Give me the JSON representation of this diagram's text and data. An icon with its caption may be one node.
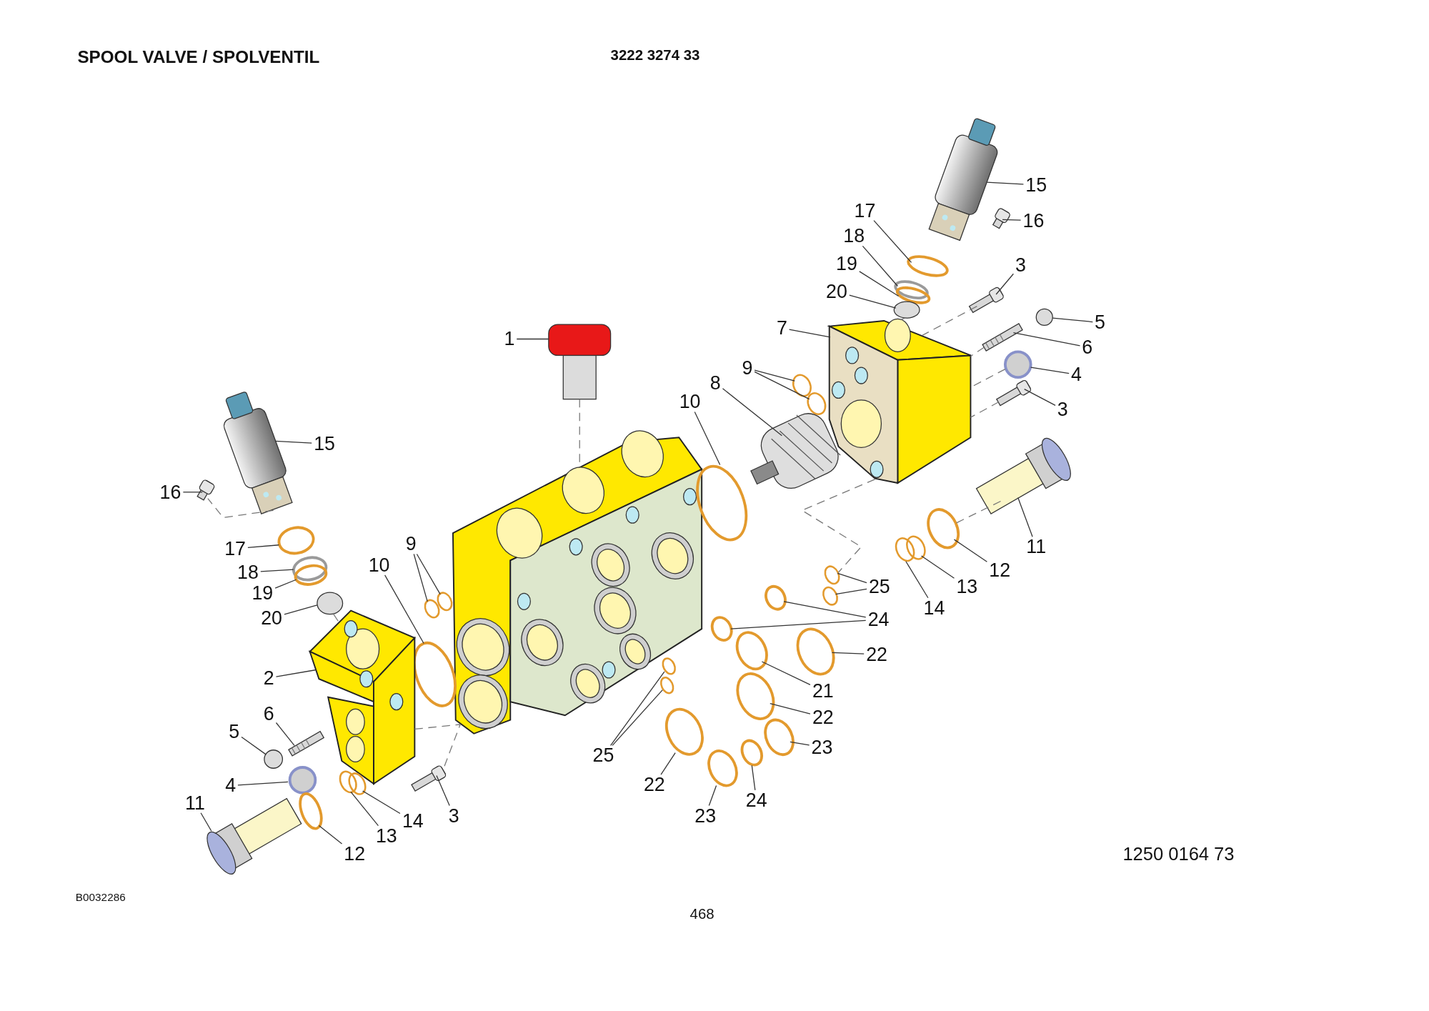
{
  "diagram": {
    "title": "SPOOL VALVE / SPOLVENTIL",
    "nodes": [
      {
        "text": [
          "15"
        ]
      },
      {
        "text": [
          "16"
        ]
      },
      {
        "text": [
          "17"
        ]
      },
      {
        "text": [
          "18"
        ]
      },
      {
        "text": [
          "19"
        ]
      },
      {
        "text": [
          "20"
        ]
      },
      {
        "text": [
          "3"
        ]
      },
      {
        "text": [
          "7"
        ]
      },
      {
        "text": [
          "5"
        ]
      },
      {
        "text": [
          "6"
        ]
      },
      {
        "text": [
          "1"
        ]
      },
      {
        "text": [
          "4"
        ]
      },
      {
        "text": [
          "9"
        ]
      },
      {
        "text": [
          "8"
        ]
      },
      {
        "text": [
          "10"
        ]
      },
      {
        "text": [
          "3"
        ]
      },
      {
        "text": [
          "15"
        ]
      },
      {
        "text": [
          "16"
        ]
      },
      {
        "text": [
          "17"
        ]
      },
      {
        "text": [
          "9"
        ]
      },
      {
        "text": [
          "18"
        ]
      },
      {
        "text": [
          "10"
        ]
      },
      {
        "text": [
          "19"
        ]
      },
      {
        "text": [
          "25"
        ]
      },
      {
        "text": [
          "12"
        ]
      },
      {
        "text": [
          "11"
        ]
      },
      {
        "text": [
          "13"
        ]
      },
      {
        "text": [
          "14"
        ]
      },
      {
        "text": [
          "20"
        ]
      },
      {
        "text": [
          "24"
        ]
      },
      {
        "text": [
          "22"
        ]
      },
      {
        "text": [
          "2"
        ]
      },
      {
        "text": [
          "21"
        ]
      },
      {
        "text": [
          "6"
        ]
      },
      {
        "text": [
          "22"
        ]
      },
      {
        "text": [
          "5"
        ]
      },
      {
        "text": [
          "23"
        ]
      },
      {
        "text": [
          "25"
        ]
      },
      {
        "text": [
          "22"
        ]
      },
      {
        "text": [
          "4"
        ]
      },
      {
        "text": [
          "24"
        ]
      },
      {
        "text": [
          "11"
        ]
      },
      {
        "text": [
          "23"
        ]
      },
      {
        "text": [
          "14"
        ]
      },
      {
        "text": [
          "13"
        ]
      },
      {
        "text": [
          "3"
        ]
      },
      {
        "text": [
          "12"
        ]
      },
      {
        "text": [],
        "shape": "picture"
      },
      {
        "text": [],
        "shape": "box"
      },
      {
        "text": [],
        "shape": "circle"
      },
      {
        "text": [],
        "shape": "circle"
      },
      {
        "text": [],
        "shape": "circle"
      },
      {
        "text": [],
        "shape": "circle"
      },
      {
        "text": [],
        "shape": "box"
      },
      {
        "text": [],
        "shape": "picture"
      },
      {
        "text": [],
        "shape": "circle"
      },
      {
        "text": [],
        "shape": "box"
      },
      {
        "text": [],
        "shape": "picture"
      },
      {
        "text": [],
        "shape": "circle"
      },
      {
        "text": [],
        "shape": "circle"
      },
      {
        "text": [],
        "shape": "circle"
      },
      {
        "text": [],
        "shape": "picture"
      },
      {
        "text": [],
        "shape": "circle"
      },
      {
        "text": [],
        "shape": "box"
      },
      {
        "text": [],
        "shape": "picture"
      },
      {
        "text": [],
        "shape": "box"
      },
      {
        "text": [],
        "shape": "circle"
      },
      {
        "text": [],
        "shape": "circle"
      },
      {
        "text": [],
        "shape": "circle"
      },
      {
        "text": [],
        "shape": "circle"
      },
      {
        "text": [],
        "shape": "circle"
      },
      {
        "text": [],
        "shape": "circle"
      },
      {
        "text": [],
        "shape": "circle"
      },
      {
        "text": [],
        "shape": "circle"
      },
      {
        "text": [],
        "shape": "circle"
      },
      {
        "text": [],
        "shape": "cylinder"
      },
      {
        "text": [],
        "shape": "circle"
      },
      {
        "text": [],
        "shape": "circle"
      },
      {
        "text": [],
        "shape": "circle"
      },
      {
        "text": [],
        "shape": "circle"
      },
      {
        "text": [],
        "shape": "circle"
      },
      {
        "text": [],
        "shape": "circle"
      },
      {
        "text": [],
        "shape": "picture"
      },
      {
        "text": [],
        "shape": "circle"
      },
      {
        "text": [],
        "shape": "box"
      },
      {
        "text": [],
        "shape": "circle"
      },
      {
        "text": [],
        "shape": "circle"
      },
      {
        "text": [],
        "shape": "circle"
      },
      {
        "text": [],
        "shape": "circle"
      },
      {
        "text": [],
        "shape": "circle"
      },
      {
        "text": [],
        "shape": "circle"
      },
      {
        "text": [],
        "shape": "circle"
      },
      {
        "text": [],
        "shape": "circle"
      },
      {
        "text": [],
        "shape": "cylinder"
      },
      {
        "text": [],
        "shape": "circle"
      },
      {
        "text": [],
        "shape": "circle"
      },
      {
        "text": [],
        "shape": "circle"
      },
      {
        "text": [],
        "shape": "box"
      },
      {
        "text": [],
        "shape": "circle"
      },
      {
        "text": [],
        "shape": "picture"
      }
    ],
    "edges": [
      {
        "from": 0,
        "to": 47,
        "arrow": "none"
      },
      {
        "from": 1,
        "to": 48,
        "arrow": "none"
      },
      {
        "from": 2,
        "to": 49,
        "arrow": "none"
      },
      {
        "from": 3,
        "to": 50,
        "arrow": "none"
      },
      {
        "from": 4,
        "to": 51,
        "arrow": "none"
      },
      {
        "from": 5,
        "to": 52,
        "arrow": "none"
      },
      {
        "from": 6,
        "to": 53,
        "arrow": "none"
      },
      {
        "from": 7,
        "to": 54,
        "arrow": "none"
      },
      {
        "from": 8,
        "to": 55,
        "arrow": "none"
      },
      {
        "from": 9,
        "to": 56,
        "arrow": "none"
      },
      {
        "from": 10,
        "to": 57,
        "arrow": "none"
      },
      {
        "from": 11,
        "to": 58,
        "arrow": "none"
      },
      {
        "from": 12,
        "to": 59,
        "arrow": "none"
      },
      {
        "from": 12,
        "to": 60,
        "arrow": "none"
      },
      {
        "from": 13,
        "to": 61,
        "arrow": "none"
      },
      {
        "from": 14,
        "to": 62,
        "arrow": "none"
      },
      {
        "from": 15,
        "to": 63,
        "arrow": "none"
      },
      {
        "from": 16,
        "to": 64,
        "arrow": "none"
      },
      {
        "from": 17,
        "to": 65,
        "arrow": "none"
      },
      {
        "from": 18,
        "to": 66,
        "arrow": "none"
      },
      {
        "from": 19,
        "to": 67,
        "arrow": "none"
      },
      {
        "from": 19,
        "to": 68,
        "arrow": "none"
      },
      {
        "from": 20,
        "to": 69,
        "arrow": "none"
      },
      {
        "from": 21,
        "to": 70,
        "arrow": "none"
      },
      {
        "from": 22,
        "to": 71,
        "arrow": "none"
      },
      {
        "from": 23,
        "to": 72,
        "arrow": "none"
      },
      {
        "from": 23,
        "to": 73,
        "arrow": "none"
      },
      {
        "from": 24,
        "to": 74,
        "arrow": "none"
      },
      {
        "from": 25,
        "to": 75,
        "arrow": "none"
      },
      {
        "from": 26,
        "to": 76,
        "arrow": "none"
      },
      {
        "from": 27,
        "to": 77,
        "arrow": "none"
      },
      {
        "from": 28,
        "to": 78,
        "arrow": "none"
      },
      {
        "from": 29,
        "to": 79,
        "arrow": "none"
      },
      {
        "from": 29,
        "to": 80,
        "arrow": "none"
      },
      {
        "from": 30,
        "to": 81,
        "arrow": "none"
      },
      {
        "from": 31,
        "to": 82,
        "arrow": "none"
      },
      {
        "from": 32,
        "to": 83,
        "arrow": "none"
      },
      {
        "from": 33,
        "to": 84,
        "arrow": "none"
      },
      {
        "from": 34,
        "to": 85,
        "arrow": "none"
      },
      {
        "from": 35,
        "to": 86,
        "arrow": "none"
      },
      {
        "from": 36,
        "to": 87,
        "arrow": "none"
      },
      {
        "from": 37,
        "to": 88,
        "arrow": "none"
      },
      {
        "from": 37,
        "to": 89,
        "arrow": "none"
      },
      {
        "from": 38,
        "to": 90,
        "arrow": "none"
      },
      {
        "from": 39,
        "to": 91,
        "arrow": "none"
      },
      {
        "from": 40,
        "to": 92,
        "arrow": "none"
      },
      {
        "from": 41,
        "to": 93,
        "arrow": "none"
      },
      {
        "from": 42,
        "to": 94,
        "arrow": "none"
      },
      {
        "from": 43,
        "to": 95,
        "arrow": "none"
      },
      {
        "from": 44,
        "to": 96,
        "arrow": "none"
      },
      {
        "from": 45,
        "to": 97,
        "arrow": "none"
      },
      {
        "from": 46,
        "to": 98,
        "arrow": "none"
      },
      {
        "from": 57,
        "to": 99,
        "arrow": "none",
        "style": "dashed"
      },
      {
        "from": 53,
        "to": 54,
        "arrow": "none",
        "style": "dashed"
      },
      {
        "from": 56,
        "to": 54,
        "arrow": "none",
        "style": "dashed"
      },
      {
        "from": 58,
        "to": 54,
        "arrow": "none",
        "style": "dashed"
      },
      {
        "from": 63,
        "to": 54,
        "arrow": "none",
        "style": "dashed"
      },
      {
        "from": 52,
        "to": 54,
        "arrow": "none",
        "style": "dashed"
      },
      {
        "from": 54,
        "to": 72,
        "arrow": "none",
        "style": "dashed"
      },
      {
        "from": 75,
        "to": 74,
        "arrow": "none",
        "style": "dashed"
      },
      {
        "from": 64,
        "to": 65,
        "arrow": "none",
        "style": "dashed"
      },
      {
        "from": 78,
        "to": 82,
        "arrow": "none",
        "style": "dashed"
      },
      {
        "from": 82,
        "to": 97,
        "arrow": "none",
        "style": "dashed"
      }
    ],
    "labels": [
      "3222 3274 33",
      "1250 0164 73",
      "B0032286",
      "468"
    ]
  }
}
